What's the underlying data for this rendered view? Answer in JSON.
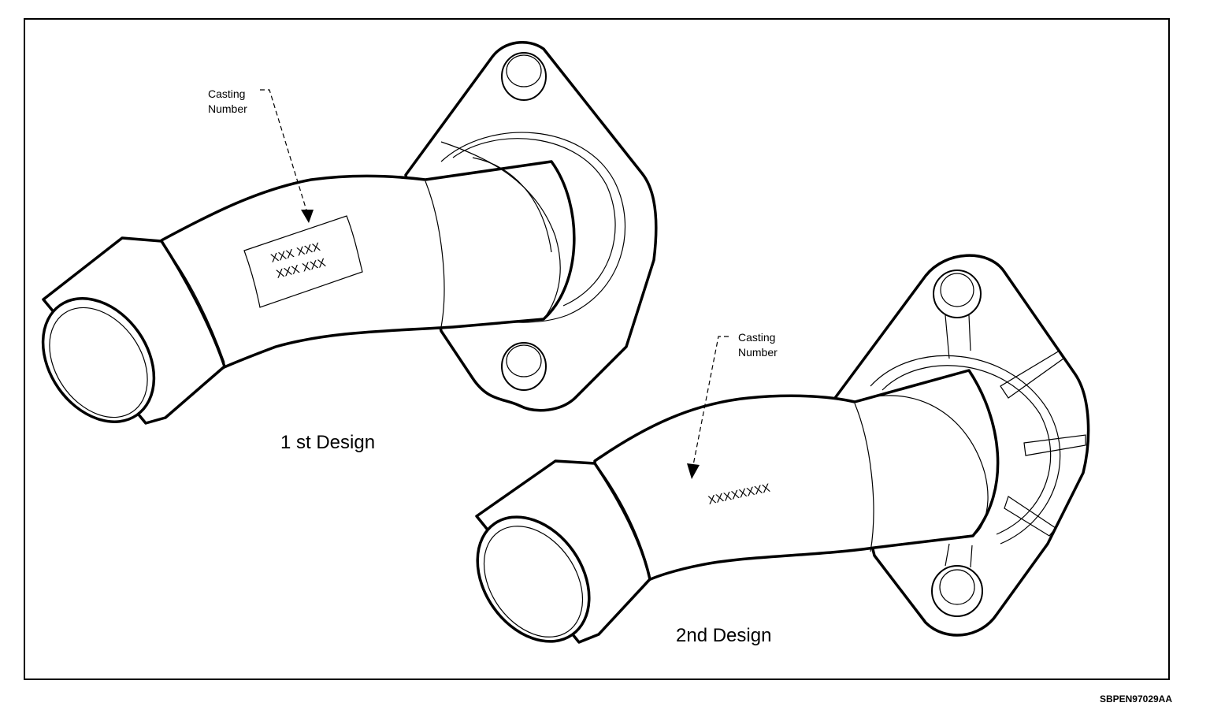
{
  "part1": {
    "callout_line1": "Casting",
    "callout_line2": "Number",
    "stamp_line1": "XXX XXX",
    "stamp_line2": "XXX XXX",
    "caption": "1 st Design"
  },
  "part2": {
    "callout_line1": "Casting",
    "callout_line2": "Number",
    "stamp": "XXXXXXXX",
    "caption": "2nd Design"
  },
  "reference_code": "SBPEN97029AA"
}
